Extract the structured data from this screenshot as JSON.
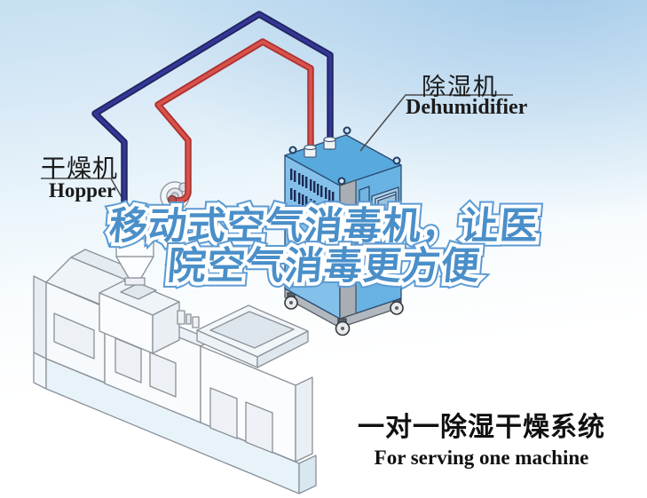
{
  "callouts": {
    "hopper": {
      "zh": "干燥机",
      "en": "Hopper"
    },
    "dehumidifier": {
      "zh": "除湿机",
      "en": "Dehumidifier"
    }
  },
  "headline": {
    "line1": "移动式空气消毒机，让医",
    "line2": "院空气消毒更方便",
    "fill_color": "#4a8fc9",
    "inner_outline_color": "#ffffff",
    "outer_outline_color": "#5d9bd3"
  },
  "caption": {
    "zh": "一对一除湿干燥系统",
    "en": "For serving one machine"
  },
  "diagram": {
    "pipes": {
      "dry_air_pipe_color": "#2b2d80",
      "return_air_pipe_color": "#cf4340"
    },
    "dehumidifier_unit": {
      "front_color": "#83c1eb",
      "side_color": "#68b3e3",
      "top_color": "#58a9dd"
    },
    "background_top_color": "#c6e0f2",
    "background_bottom_color": "#ffffff"
  }
}
